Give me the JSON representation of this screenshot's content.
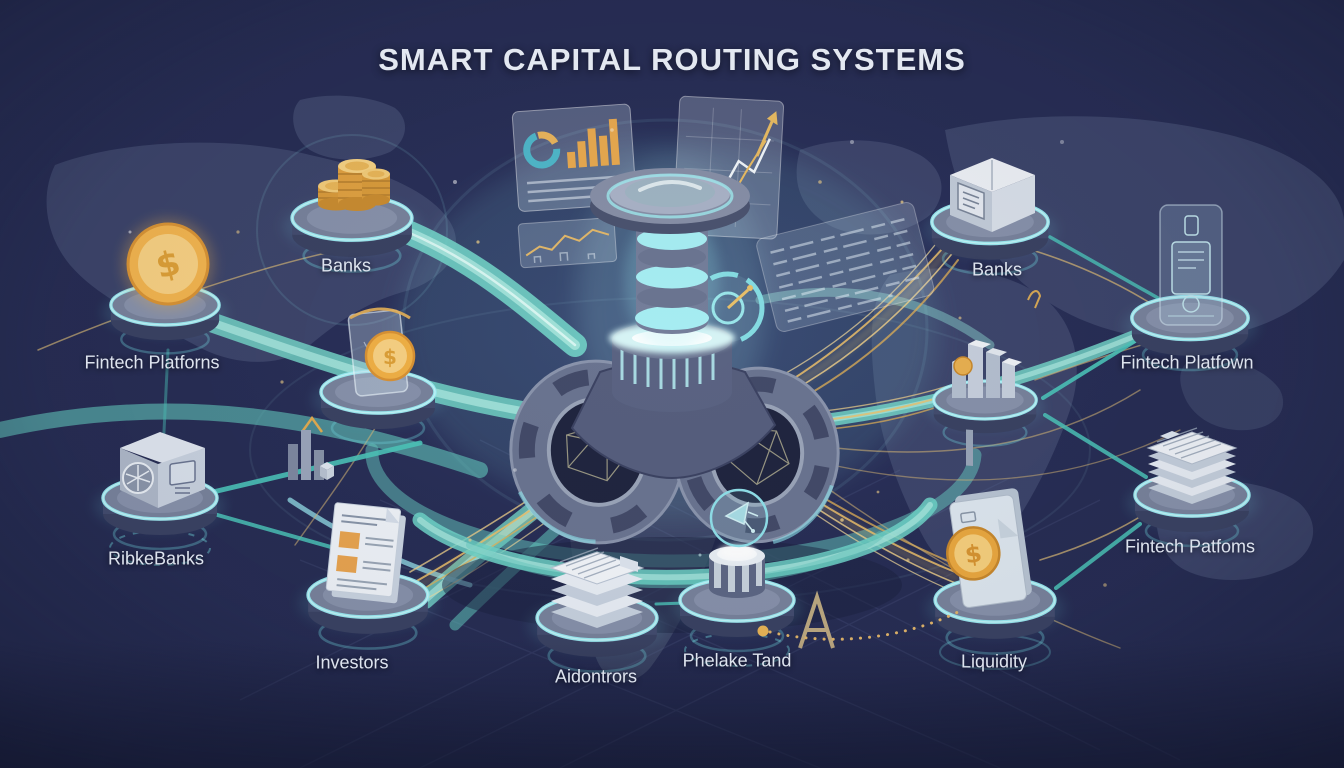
{
  "title": "SMART CAPITAL ROUTING SYSTEMS",
  "glyphs": {
    "dollar": "$"
  },
  "nodes": [
    {
      "id": "banks-left",
      "label": "Banks",
      "icon": "coin-stacks-icon"
    },
    {
      "id": "fintech-platforms-left",
      "label": "Fintech Platforns",
      "icon": "dollar-coin-icon"
    },
    {
      "id": "ribke-banks",
      "label": "RibkeBanks",
      "icon": "machine-box-icon"
    },
    {
      "id": "investors",
      "label": "Investors",
      "icon": "document-icon"
    },
    {
      "id": "aidontrors",
      "label": "Aidontrors",
      "icon": "paper-stack-icon"
    },
    {
      "id": "phelake-tand",
      "label": "Phelake Tand",
      "icon": "satellite-pedestal-icon"
    },
    {
      "id": "liquidity",
      "label": "Liquidity",
      "icon": "wallet-coin-icon"
    },
    {
      "id": "banks-right",
      "label": "Banks",
      "icon": "server-cube-icon"
    },
    {
      "id": "fintech-platfown",
      "label": "Fintech Platfown",
      "icon": "phone-hologram-icon"
    },
    {
      "id": "fintech-patfoms",
      "label": "Fintech Patfoms",
      "icon": "ledger-stack-icon"
    }
  ],
  "unlabeled_icons": [
    "central-routing-hub-icon",
    "mobile-wallet-coin-icon",
    "city-bars-icon",
    "dashboard-donut-screen-icon",
    "line-chart-screen-icon",
    "growth-arrow-screen-icon",
    "holo-text-panel-icon",
    "gauge-dial-icon",
    "bar-chart-decoration-icon",
    "gold-a-symbol-icon"
  ],
  "colors": {
    "background": "#262c52",
    "map": "#525d80",
    "teal_ribbon": "#72d2c6",
    "cyan_glow": "#9beef4",
    "gold": "#e8b45c",
    "platform_gray": "#78829b",
    "hub_gray": "#6e7892",
    "text": "#dde3ee"
  }
}
